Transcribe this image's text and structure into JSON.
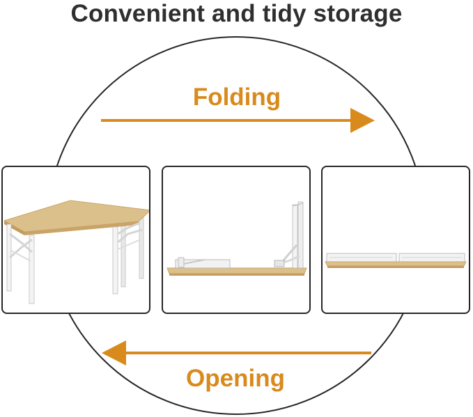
{
  "title": "Convenient and tidy storage",
  "folding_label": "Folding",
  "opening_label": "Opening",
  "colors": {
    "accent": "#d88a1c",
    "text": "#2f2f2f",
    "outline": "#262626",
    "wood": "#dcc08c",
    "frame": "#f2f2f2"
  },
  "panels": [
    {
      "name": "table-open-view",
      "icon": "desk-upright-icon"
    },
    {
      "name": "table-folding-view",
      "icon": "desk-folding-icon"
    },
    {
      "name": "table-folded-view",
      "icon": "desk-folded-icon"
    }
  ]
}
